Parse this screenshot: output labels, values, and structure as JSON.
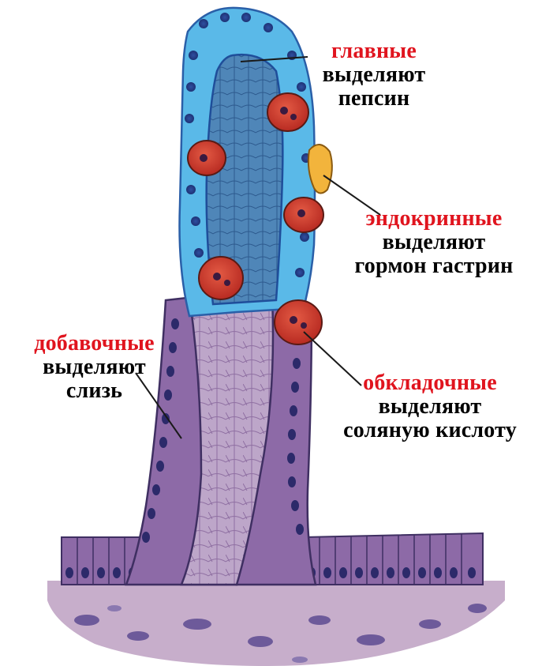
{
  "colors": {
    "title_red": "#e0141e",
    "text_black": "#000000",
    "blue_cell": "#57b9e6",
    "blue_dark": "#2a6fc0",
    "purple_cell": "#8c6ba8",
    "purple_dark": "#4b3a74",
    "red_cell": "#d23b2c",
    "yellow_cell": "#f1b43a",
    "stroma_blue": "#4a7fb2",
    "stroma_purple": "#b49cc2",
    "base_pink": "#c8b0cc"
  },
  "labels": {
    "chief": {
      "title": "главные",
      "line1": "выделяют",
      "line2": "пепсин"
    },
    "endocrine": {
      "title": "эндокринные",
      "line1": "выделяют",
      "line2": "гормон гастрин"
    },
    "accessory": {
      "title": "добавочные",
      "line1": "выделяют",
      "line2": "слизь"
    },
    "parietal": {
      "title": "обкладочные",
      "line1": "выделяют",
      "line2": "соляную кислоту"
    }
  }
}
